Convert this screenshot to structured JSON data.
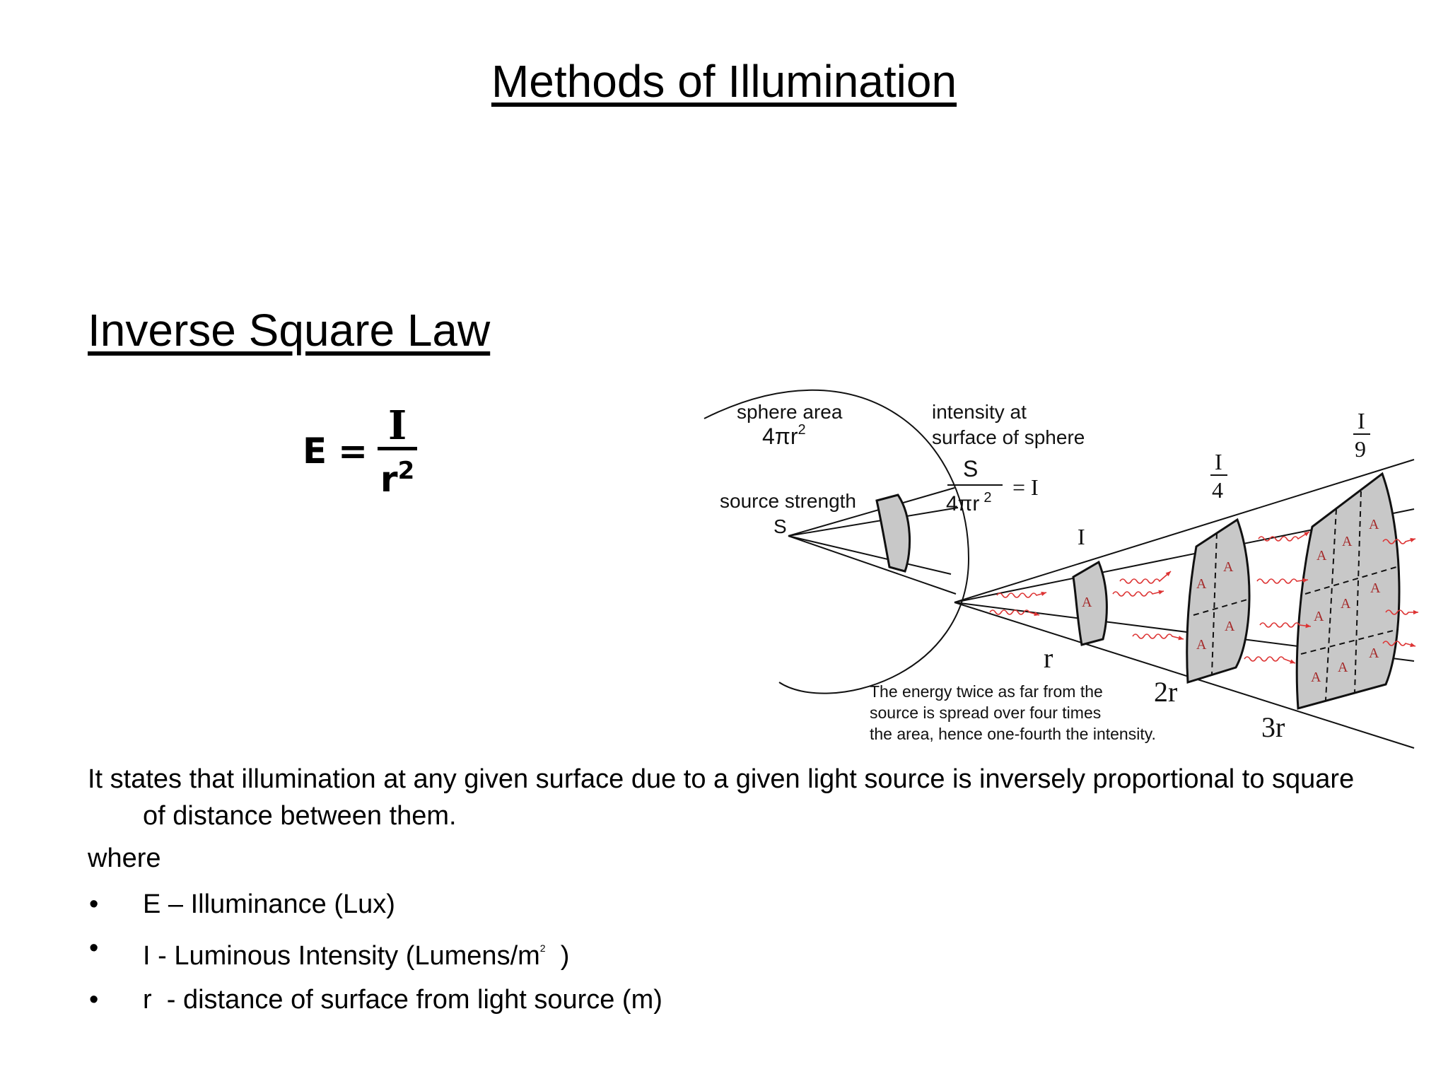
{
  "slide": {
    "title": "Methods of Illumination",
    "section": "Inverse Square Law"
  },
  "formula": {
    "lhs": "E",
    "equals": "=",
    "numerator": "I",
    "denominator_base": "r",
    "denominator_exp": "2"
  },
  "diagram": {
    "sphere_area_label": "sphere area",
    "sphere_area_formula": "4πr",
    "sphere_area_exp": "2",
    "intensity_label_line1": "intensity at",
    "intensity_label_line2": "surface of sphere",
    "fraction_num": "S",
    "fraction_den": "4πr",
    "fraction_den_exp": "2",
    "fraction_result": "= I",
    "source_label": "source strength",
    "source_symbol": "S",
    "intensity_1": "I",
    "intensity_4_num": "I",
    "intensity_4_den": "4",
    "intensity_9_num": "I",
    "intensity_9_den": "9",
    "area_label": "A",
    "distance_1": "r",
    "distance_2": "2r",
    "distance_3": "3r",
    "caption_line1": "The energy twice as far from the",
    "caption_line2": "source is spread over four times",
    "caption_line3": "the area, hence one-fourth the intensity."
  },
  "body": {
    "statement": "It states that illumination at any given surface due to a given light source is inversely proportional to square of distance between them.",
    "where": "where",
    "bullet_symbol": "•",
    "bullets": [
      {
        "text": "E – Illuminance (Lux)"
      },
      {
        "text": "I -  Luminous Intensity (Lumens/m",
        "sup": "2",
        "after": "  )"
      },
      {
        "text": "r  - distance of surface from light source (m)"
      }
    ]
  }
}
